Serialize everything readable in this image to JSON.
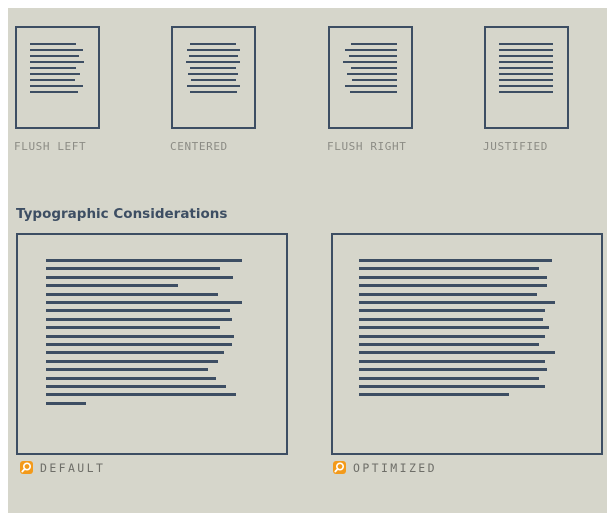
{
  "alignment_options": [
    {
      "key": "flush-left",
      "label": "FLUSH LEFT",
      "align": "left"
    },
    {
      "key": "centered",
      "label": "CENTERED",
      "align": "center"
    },
    {
      "key": "flush-right",
      "label": "FLUSH RIGHT",
      "align": "right"
    },
    {
      "key": "justified",
      "label": "JUSTIFIED",
      "align": "justify"
    }
  ],
  "section": {
    "title": "Typographic Considerations"
  },
  "samples": [
    {
      "key": "default",
      "label": "DEFAULT",
      "icon": "magnifier-icon"
    },
    {
      "key": "optimized",
      "label": "OPTIMIZED",
      "icon": "magnifier-icon"
    }
  ],
  "colors": {
    "background": "#d6d6cb",
    "ink": "#3d4e63",
    "label_gray": "#8c8c85",
    "accent_orange": "#f39a1a"
  }
}
